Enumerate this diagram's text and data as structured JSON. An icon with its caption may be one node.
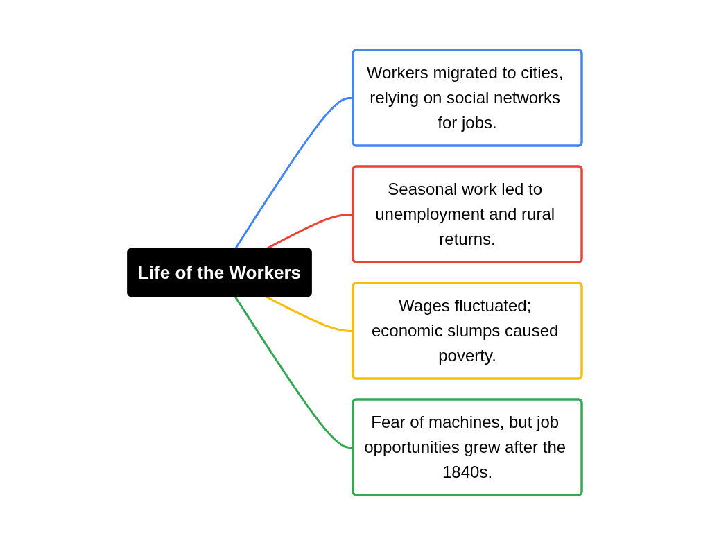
{
  "diagram": {
    "nodes": [
      {
        "text": [
          "Life of the Workers"
        ]
      },
      {
        "text": [
          "Workers migrated to cities, relying on social networks for jobs."
        ]
      },
      {
        "text": [
          "Seasonal work led to unemployment and rural returns."
        ]
      },
      {
        "text": [
          "Wages fluctuated; economic slumps caused poverty."
        ]
      },
      {
        "text": [
          "Fear of machines, but job opportunities grew after the 1840s."
        ]
      }
    ],
    "edges": [
      {
        "from": 0,
        "to": 1,
        "arrow": "none",
        "color": "#4285f4"
      },
      {
        "from": 0,
        "to": 2,
        "arrow": "none",
        "color": "#ea4335"
      },
      {
        "from": 0,
        "to": 3,
        "arrow": "none",
        "color": "#fbbc04"
      },
      {
        "from": 0,
        "to": 4,
        "arrow": "none",
        "color": "#34a853"
      }
    ]
  }
}
